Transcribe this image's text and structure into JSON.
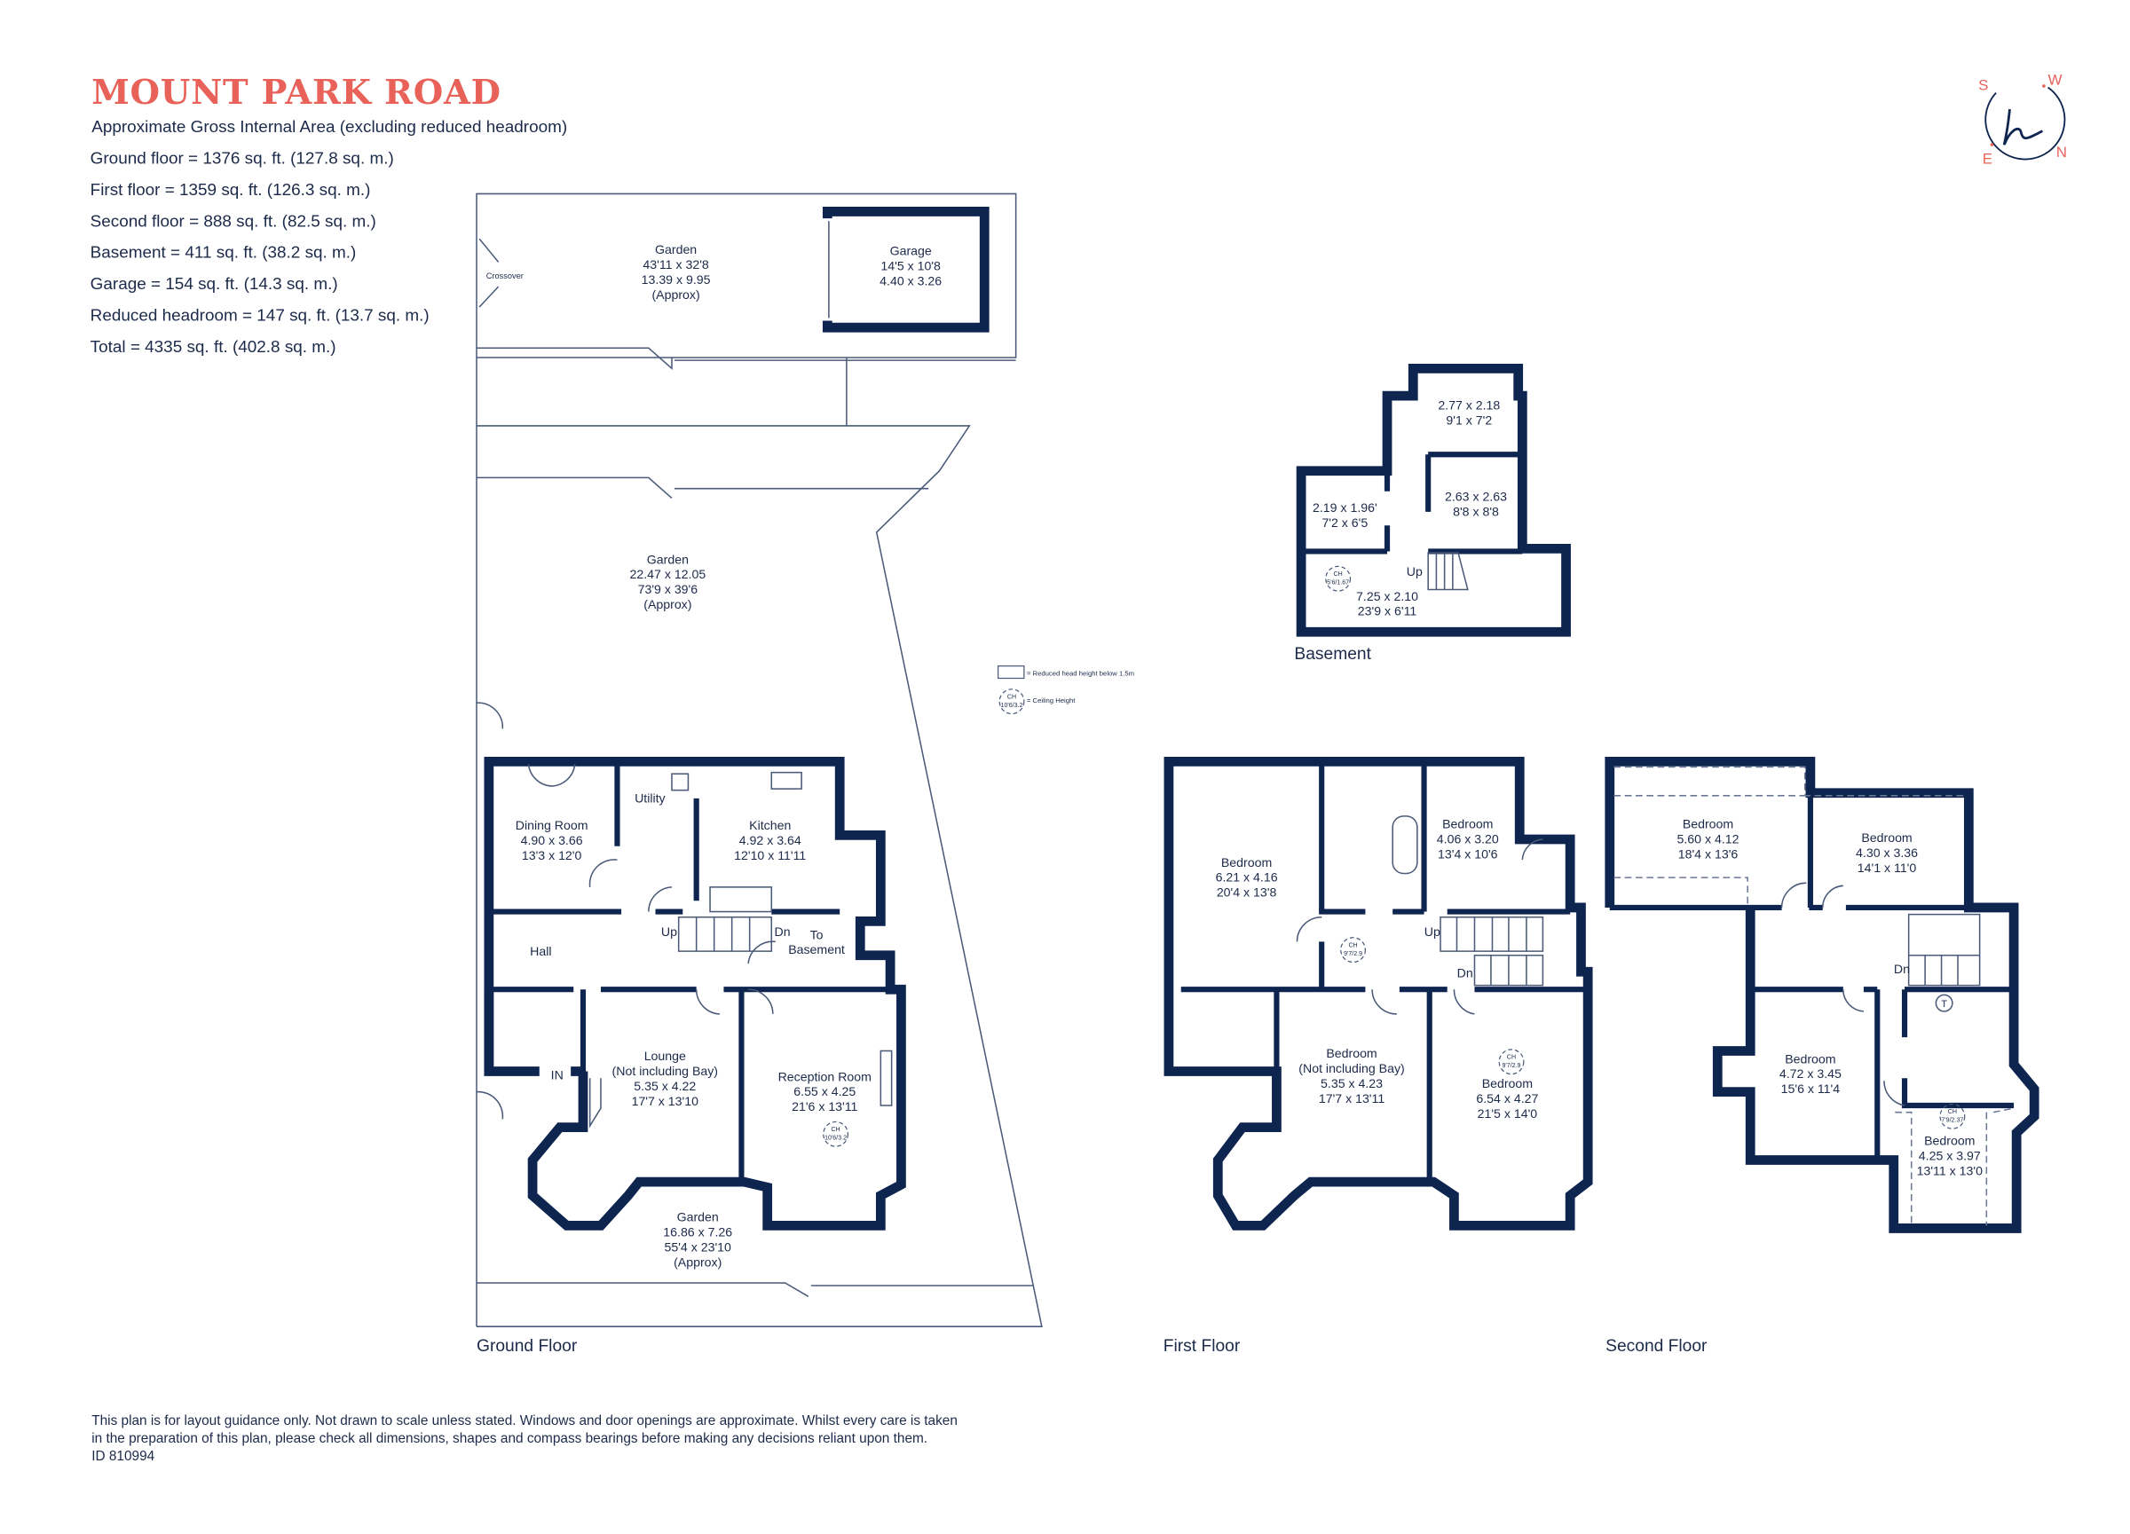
{
  "header": {
    "title": "MOUNT PARK ROAD",
    "subtitle": "Approximate Gross Internal Area (excluding reduced headroom)",
    "areas": [
      "Ground floor = 1376 sq. ft. (127.8 sq. m.)",
      "First floor  = 1359 sq. ft. (126.3 sq. m.)",
      "Second floor  = 888 sq. ft. (82.5 sq. m.)",
      "Basement  = 411 sq. ft. (38.2 sq. m.)",
      "Garage  = 154 sq. ft. (14.3 sq. m.)",
      "Reduced headroom = 147 sq. ft. (13.7 sq. m.)",
      "Total =  4335 sq. ft. (402.8 sq. m.)"
    ]
  },
  "logo": {
    "letter": "h",
    "compass": {
      "s": "S",
      "w": "W",
      "e": "E",
      "n": "N"
    }
  },
  "colors": {
    "accent": "#e8625a",
    "walls": "#0e2550",
    "text": "#1c2a4a"
  },
  "legend": {
    "reduced_head": "= Reduced head height below 1.5m",
    "ceiling_symbol_label": "CH",
    "ceiling_symbol_value": "10'6/3.2",
    "ceiling_height": "= Ceiling Height"
  },
  "ground_floor": {
    "label": "Ground Floor",
    "crossover": "Crossover",
    "garden_front": [
      "Garden",
      "43'11 x 32'8",
      "13.39 x 9.95",
      "(Approx)"
    ],
    "garage": [
      "Garage",
      "14'5 x 10'8",
      "4.40 x 3.26"
    ],
    "garden_side": [
      "Garden",
      "22.47 x 12.05",
      "73'9 x 39'6",
      "(Approx)"
    ],
    "dining": [
      "Dining Room",
      "4.90 x 3.66",
      "13'3 x 12'0"
    ],
    "utility": "Utility",
    "kitchen": [
      "Kitchen",
      "4.92 x 3.64",
      "12'10 x 11'11"
    ],
    "hall": "Hall",
    "up": "Up",
    "dn": "Dn",
    "to_basement": [
      "To",
      "Basement"
    ],
    "entrance": "IN",
    "lounge": [
      "Lounge",
      "(Not including Bay)",
      "5.35 x 4.22",
      "17'7 x 13'10"
    ],
    "reception": [
      "Reception Room",
      "6.55 x 4.25",
      "21'6 x 13'11"
    ],
    "reception_ch": "10'6/3.2",
    "garden_rear": [
      "Garden",
      "16.86 x 7.26",
      "55'4 x 23'10",
      "(Approx)"
    ]
  },
  "basement": {
    "label": "Basement",
    "room1": [
      "2.77 x 2.18",
      "9'1 x 7'2"
    ],
    "room2": [
      "2.63 x 2.63",
      "8'8 x 8'8"
    ],
    "room3": [
      "2.19 x 1.96'",
      "7'2 x 6'5"
    ],
    "room4": [
      "7.25 x 2.10",
      "23'9 x 6'11"
    ],
    "ch": "5'6/1.67",
    "up": "Up"
  },
  "first_floor": {
    "label": "First Floor",
    "bed1": [
      "Bedroom",
      "6.21 x 4.16",
      "20'4 x 13'8"
    ],
    "bed2": [
      "Bedroom",
      "4.06 x 3.20",
      "13'4 x 10'6"
    ],
    "landing_ch": "9'7/2.9",
    "up": "Up",
    "dn": "Dn",
    "bed3": [
      "Bedroom",
      "(Not including Bay)",
      "5.35 x 4.23",
      "17'7 x 13'11"
    ],
    "bed4_ch": "9'7/2.9",
    "bed4": [
      "Bedroom",
      "6.54 x 4.27",
      "21'5 x 14'0"
    ]
  },
  "second_floor": {
    "label": "Second Floor",
    "bed1": [
      "Bedroom",
      "5.60 x 4.12",
      "18'4 x 13'6"
    ],
    "bed2": [
      "Bedroom",
      "4.30 x 3.36",
      "14'1 x 11'0"
    ],
    "dn": "Dn",
    "tank": "T",
    "bed3": [
      "Bedroom",
      "4.72 x 3.45",
      "15'6 x 11'4"
    ],
    "bed4_ch": "7'9/2.37",
    "bed4": [
      "Bedroom",
      "4.25 x 3.97",
      "13'11 x 13'0"
    ]
  },
  "footer": [
    "This plan is for layout guidance only. Not drawn to scale unless stated. Windows and door openings are approximate. Whilst every care is taken",
    "in the preparation of this plan, please check all dimensions, shapes and compass bearings before making any decisions reliant upon them.",
    "ID 810994"
  ]
}
